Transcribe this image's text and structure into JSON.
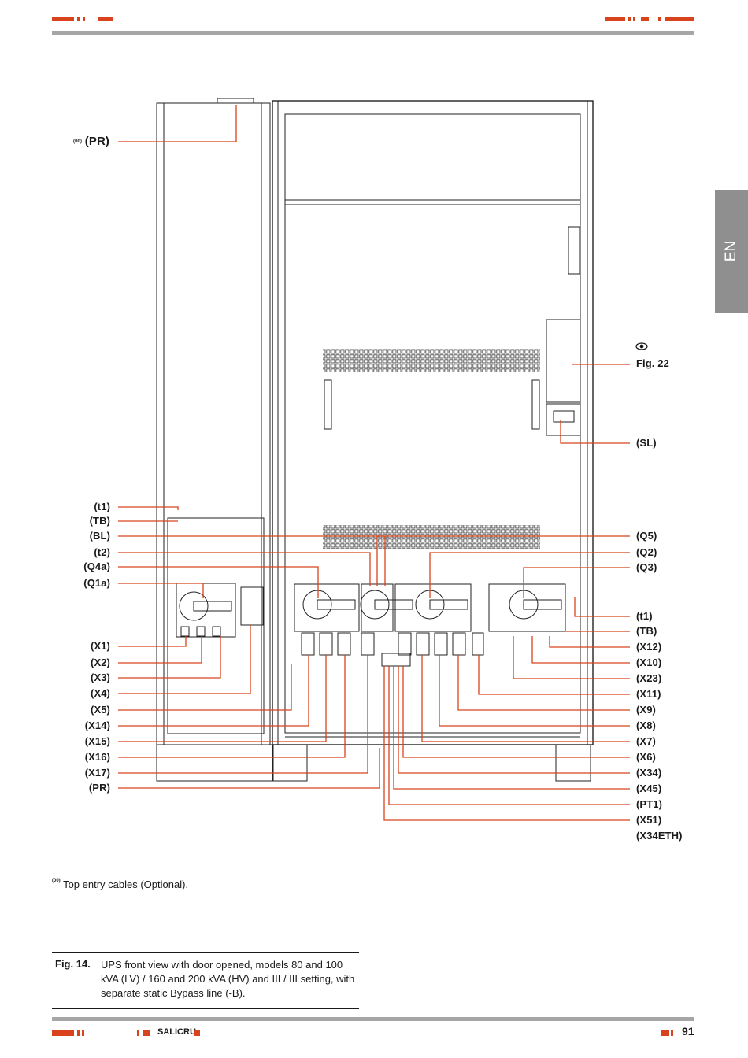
{
  "header": {},
  "side_tab": {
    "language": "EN"
  },
  "drawing": {
    "top_label_prefix": "(00)",
    "top_label": "(PR)",
    "fig_ref": "Fig. 22",
    "left_labels": [
      "(t1)",
      "(TB)",
      "(BL)",
      "(t2)",
      "(Q4a)",
      "(Q1a)",
      "(X1)",
      "(X2)",
      "(X3)",
      "(X4)",
      "(X5)",
      "(X14)",
      "(X15)",
      "(X16)",
      "(X17)",
      "(PR)"
    ],
    "right_labels": [
      "(SL)",
      "(Q5)",
      "(Q2)",
      "(Q3)",
      "(t1)",
      "(TB)",
      "(X12)",
      "(X10)",
      "(X23)",
      "(X11)",
      "(X9)",
      "(X8)",
      "(X7)",
      "(X6)",
      "(X34)",
      "(X45)",
      "(PT1)",
      "(X51)",
      "(X34ETH)"
    ]
  },
  "footnote": {
    "marker": "(00)",
    "text": "Top entry cables (Optional)."
  },
  "caption": {
    "number": "Fig. 14.",
    "text": "UPS front view with door opened, models 80 and 100 kVA (LV) / 160 and 200 kVA (HV) and III / III setting, with separate static Bypass line (-B)."
  },
  "footer": {
    "brand": "SALICRU",
    "page_number": "91"
  }
}
